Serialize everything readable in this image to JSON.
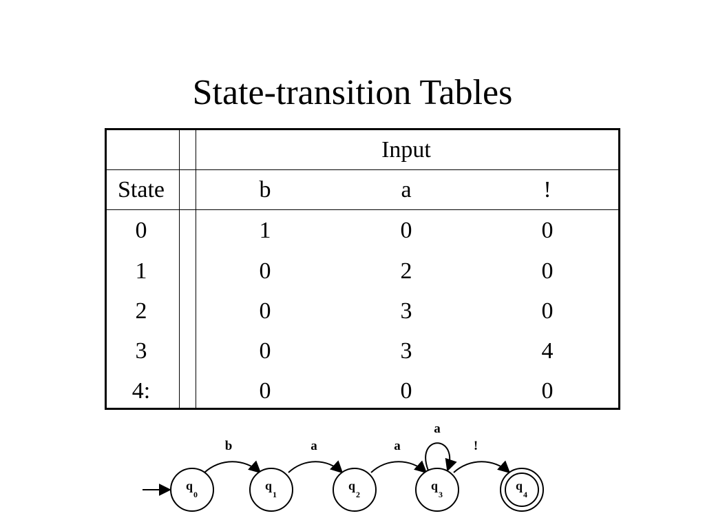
{
  "title": "State-transition Tables",
  "table": {
    "group_header": "Input",
    "state_header": "State",
    "inputs": [
      "b",
      "a",
      "!"
    ],
    "rows": [
      {
        "state": "0",
        "values": [
          "1",
          "0",
          "0"
        ]
      },
      {
        "state": "1",
        "values": [
          "0",
          "2",
          "0"
        ]
      },
      {
        "state": "2",
        "values": [
          "0",
          "3",
          "0"
        ]
      },
      {
        "state": "3",
        "values": [
          "0",
          "3",
          "4"
        ]
      },
      {
        "state": "4:",
        "values": [
          "0",
          "0",
          "0"
        ]
      }
    ]
  },
  "diagram": {
    "nodes": [
      {
        "id": "q0",
        "letter": "q",
        "sub": "0",
        "accepting": false
      },
      {
        "id": "q1",
        "letter": "q",
        "sub": "1",
        "accepting": false
      },
      {
        "id": "q2",
        "letter": "q",
        "sub": "2",
        "accepting": false
      },
      {
        "id": "q3",
        "letter": "q",
        "sub": "3",
        "accepting": false
      },
      {
        "id": "q4",
        "letter": "q",
        "sub": "4",
        "accepting": true
      }
    ],
    "edges": [
      {
        "from": "q0",
        "to": "q1",
        "label": "b"
      },
      {
        "from": "q1",
        "to": "q2",
        "label": "a"
      },
      {
        "from": "q2",
        "to": "q3",
        "label": "a"
      },
      {
        "from": "q3",
        "to": "q3",
        "label": "a"
      },
      {
        "from": "q3",
        "to": "q4",
        "label": "!"
      }
    ]
  }
}
